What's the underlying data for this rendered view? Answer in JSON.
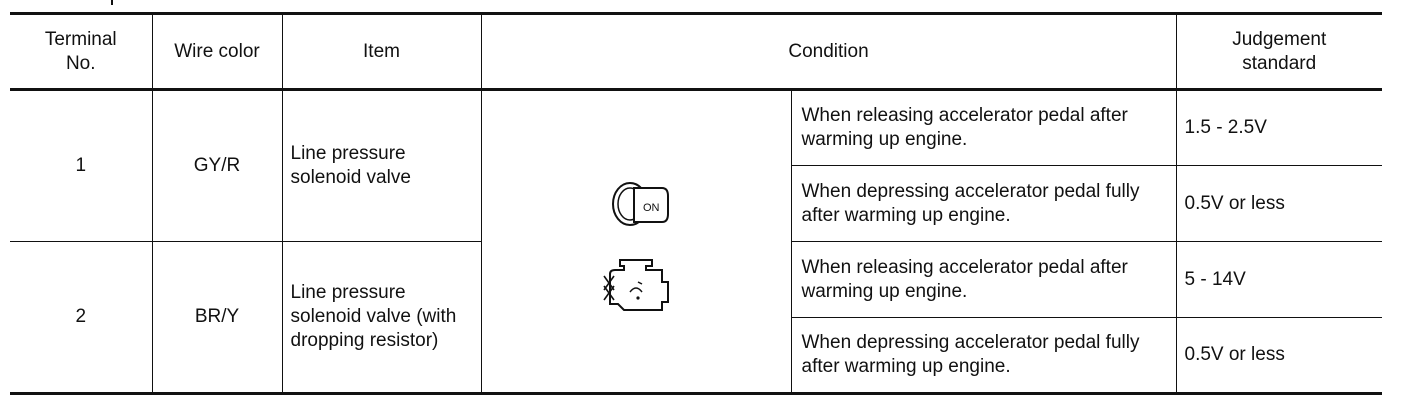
{
  "headers": {
    "terminal": "Terminal No.",
    "wire_color": "Wire color",
    "item": "Item",
    "condition": "Condition",
    "judgement": "Judgement standard"
  },
  "icons": {
    "key": "ignition-key-on-icon",
    "key_label": "ON",
    "engine": "engine-running-icon"
  },
  "rows": [
    {
      "terminal": "1",
      "wire_color": "GY/R",
      "item": "Line pressure solenoid valve",
      "conditions": [
        {
          "condition": "When releasing accelerator pedal after warming up engine.",
          "standard": "1.5 - 2.5V"
        },
        {
          "condition": "When depressing accelerator pedal fully after warming up engine.",
          "standard": "0.5V or less"
        }
      ]
    },
    {
      "terminal": "2",
      "wire_color": "BR/Y",
      "item": "Line pressure solenoid valve (with dropping resistor)",
      "conditions": [
        {
          "condition": "When releasing accelerator pedal after warming up engine.",
          "standard": "5 - 14V"
        },
        {
          "condition": "When depressing accelerator pedal fully after warming up engine.",
          "standard": "0.5V or less"
        }
      ]
    }
  ]
}
